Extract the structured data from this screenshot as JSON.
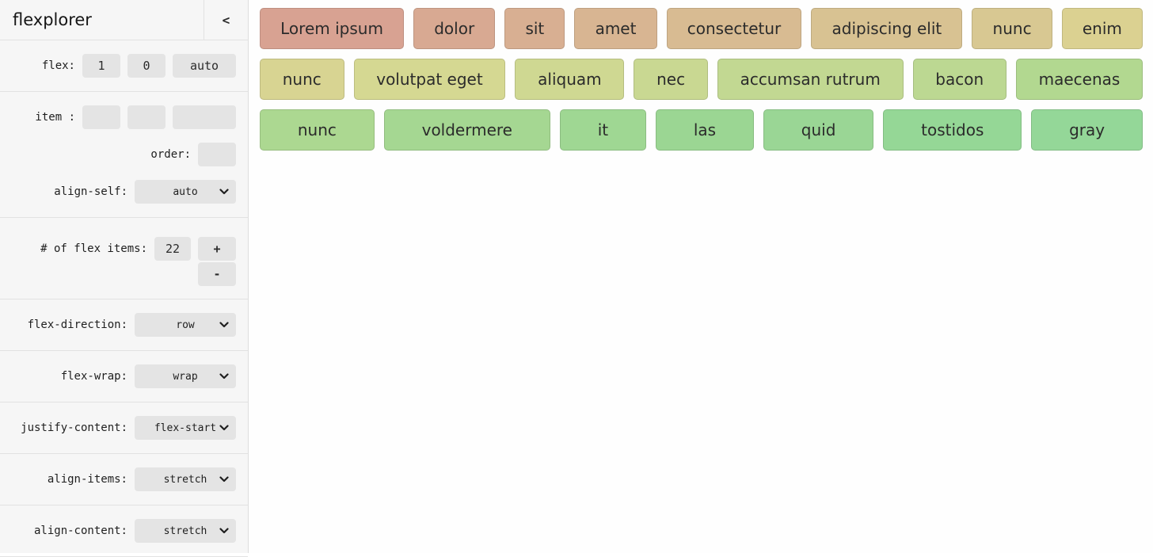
{
  "app": {
    "title": "flexplorer",
    "collapse_icon": "<"
  },
  "sidebar": {
    "flex_row": {
      "label": "flex:",
      "grow": "1",
      "shrink": "0",
      "basis": "auto"
    },
    "item_row": {
      "label": "item :",
      "grow": "",
      "shrink": "",
      "basis": ""
    },
    "order_row": {
      "label": "order:",
      "value": ""
    },
    "align_self": {
      "label": "align-self:",
      "value": "auto"
    },
    "count_row": {
      "label": "# of flex items:",
      "value": "22",
      "increment": "+",
      "decrement": "-"
    },
    "selects": [
      {
        "label": "flex-direction:",
        "value": "row"
      },
      {
        "label": "flex-wrap:",
        "value": "wrap"
      },
      {
        "label": "justify-content:",
        "value": "flex-start"
      },
      {
        "label": "align-items:",
        "value": "stretch"
      },
      {
        "label": "align-content:",
        "value": "stretch"
      }
    ]
  },
  "playground": {
    "rows": [
      [
        {
          "label": "Lorem ipsum",
          "color": "#D8A292"
        },
        {
          "label": "dolor",
          "color": "#D8A992"
        },
        {
          "label": "sit",
          "color": "#D8AF92"
        },
        {
          "label": "amet",
          "color": "#D8B592"
        },
        {
          "label": "consectetur",
          "color": "#D8BB92"
        },
        {
          "label": "adipiscing elit",
          "color": "#D8C292"
        },
        {
          "label": "nunc",
          "color": "#D8C892"
        },
        {
          "label": "enim",
          "color": "#DBD191"
        }
      ],
      [
        {
          "label": "nunc",
          "color": "#D8D492"
        },
        {
          "label": "volutpat eget",
          "color": "#D5D892"
        },
        {
          "label": "aliquam",
          "color": "#CFD892"
        },
        {
          "label": "nec",
          "color": "#C9D892"
        },
        {
          "label": "accumsan rutrum",
          "color": "#C2D892"
        },
        {
          "label": "bacon",
          "color": "#BCD892"
        },
        {
          "label": "maecenas",
          "color": "#B2D890"
        }
      ],
      [
        {
          "label": "nunc",
          "color": "#ACD891"
        },
        {
          "label": "voldermere",
          "color": "#A5D792"
        },
        {
          "label": "it",
          "color": "#9FD793"
        },
        {
          "label": "las",
          "color": "#9BD693"
        },
        {
          "label": "quid",
          "color": "#9AD695"
        },
        {
          "label": "tostidos",
          "color": "#95D796"
        },
        {
          "label": "gray",
          "color": "#94D798"
        }
      ]
    ]
  }
}
